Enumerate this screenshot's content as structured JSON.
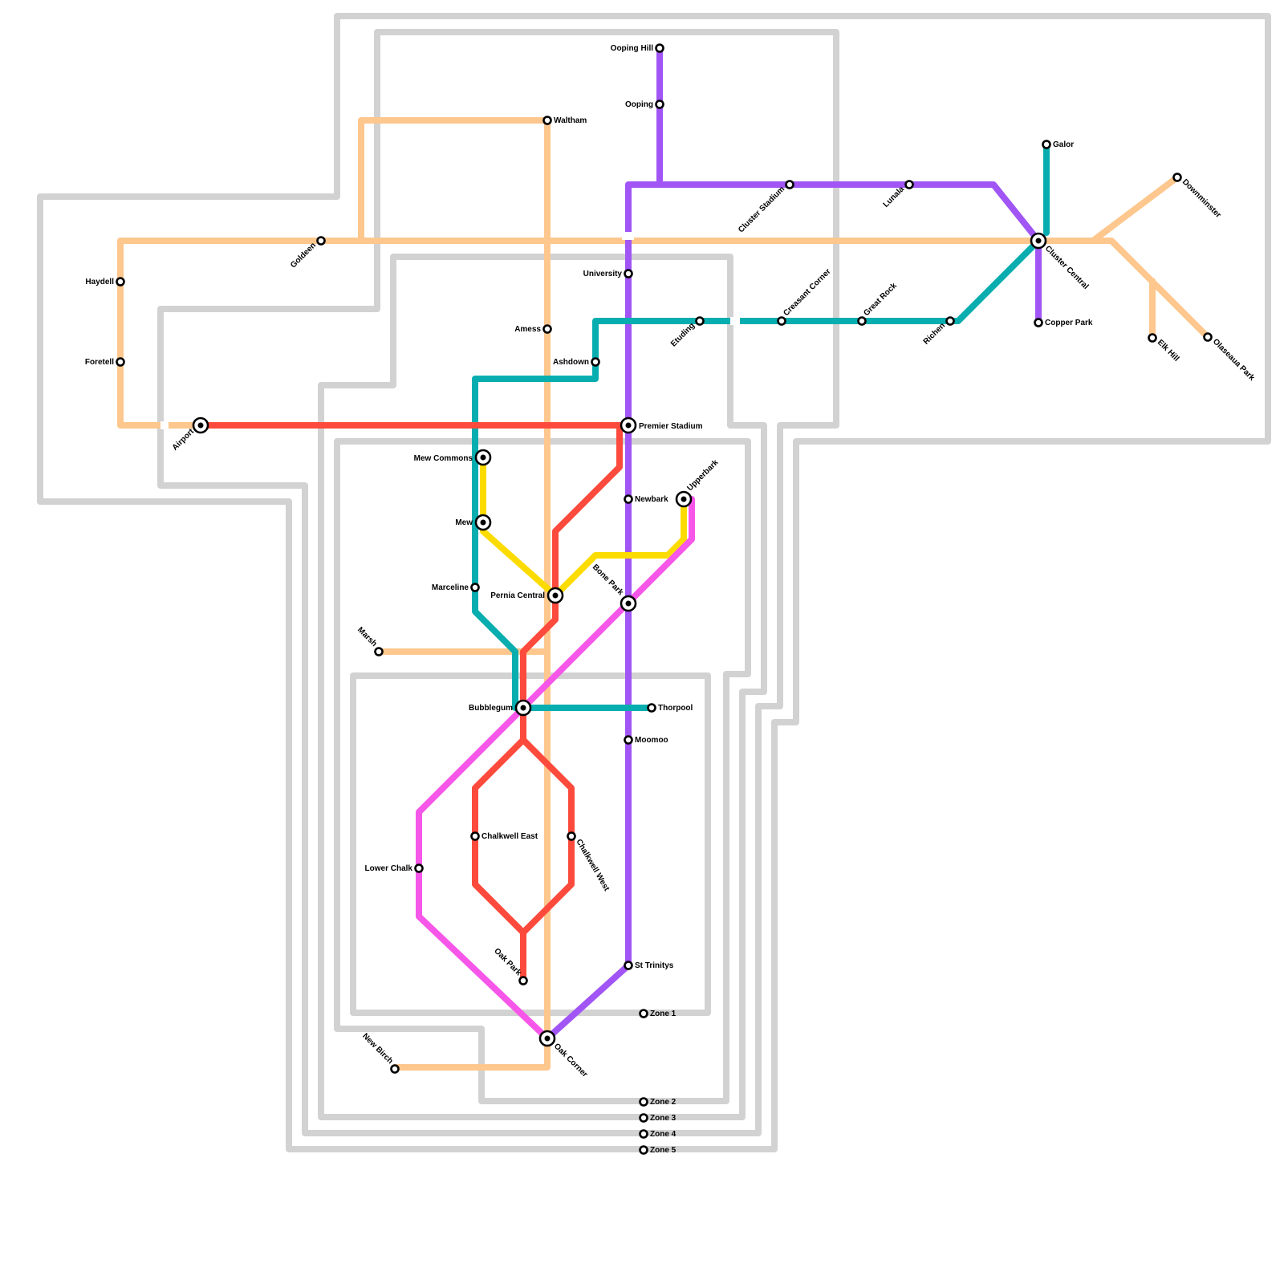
{
  "colors": {
    "orange": "#fdc78d",
    "purple": "#a155f5",
    "teal": "#08aeaf",
    "red": "#fc4b3d",
    "yellow": "#fcdc00",
    "magenta": "#f657e9",
    "zone": "#d2d2d2"
  },
  "stations": {
    "ooping_hill": "Ooping Hill",
    "ooping": "Ooping",
    "waltham": "Waltham",
    "galor": "Galor",
    "downminster": "Downminster",
    "cluster_stadium": "Cluster Stadium",
    "lunala": "Lunala",
    "goldeen": "Goldeen",
    "haydell": "Haydell",
    "foretell": "Foretell",
    "university": "University",
    "cluster_central": "Cluster Central",
    "creasant_corner": "Creasant Corner",
    "great_rock": "Great Rock",
    "richen": "Richen",
    "copper_park": "Copper Park",
    "etuding": "Etuding",
    "amess": "Amess",
    "ashdown": "Ashdown",
    "elk_hill": "Elk Hill",
    "olaseaua_park": "Olaseaua Park",
    "airport": "Airport",
    "premier_stadium": "Premier Stadium",
    "mew_commons": "Mew Commons",
    "newbark": "Newbark",
    "upperbark": "Upperbark",
    "mew": "Mew",
    "pernia_central": "Pernia Central",
    "marceline": "Marceline",
    "bone_park": "Bone Park",
    "marsh": "Marsh",
    "bubblegum": "Bubblegum",
    "thorpool": "Thorpool",
    "moomoo": "Moomoo",
    "chalkwell_east": "Chalkwell East",
    "chalkwell_west": "Chalkwell West",
    "lower_chalk": "Lower Chalk",
    "oak_park": "Oak Park",
    "st_trinitys": "St Trinitys",
    "oak_corner": "Oak Corner",
    "new_birch": "New Birch"
  },
  "zones": {
    "zone1": "Zone 1",
    "zone2": "Zone 2",
    "zone3": "Zone 3",
    "zone4": "Zone 4",
    "zone5": "Zone 5"
  }
}
